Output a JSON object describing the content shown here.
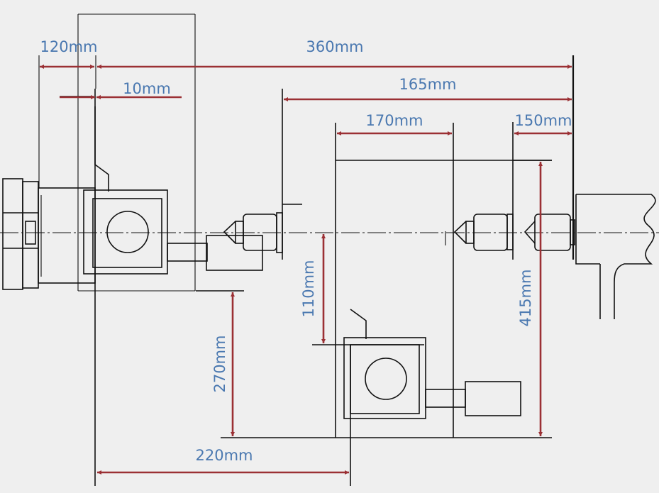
{
  "colors": {
    "background": "#efefef",
    "dimension_arrow": "#9b3034",
    "dimension_text": "#4a78b0",
    "drawing_line": "#111111"
  },
  "dimensions": {
    "d120": "120mm",
    "d360": "360mm",
    "d10": "10mm",
    "d165": "165mm",
    "d170": "170mm",
    "d150": "150mm",
    "d110": "110mm",
    "d415": "415mm",
    "d270": "270mm",
    "d220": "220mm"
  }
}
